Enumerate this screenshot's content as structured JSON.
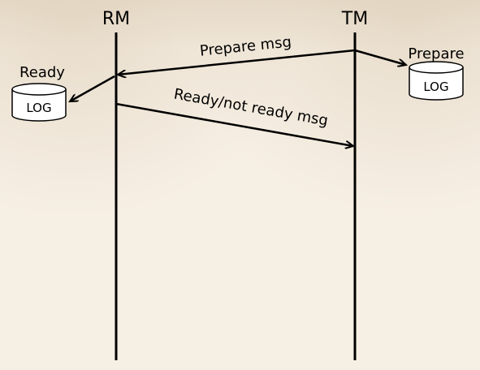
{
  "participants": {
    "rm": "RM",
    "tm": "TM"
  },
  "messages": {
    "prepare": "Prepare msg",
    "ready": "Ready/not ready msg"
  },
  "logs": {
    "rm": {
      "caption": "Ready",
      "label": "LOG"
    },
    "tm": {
      "caption": "Prepare",
      "label": "LOG"
    }
  },
  "colors": {
    "background": "#f6efe4",
    "ink": "#000000",
    "log_fill": "#ffffff"
  }
}
